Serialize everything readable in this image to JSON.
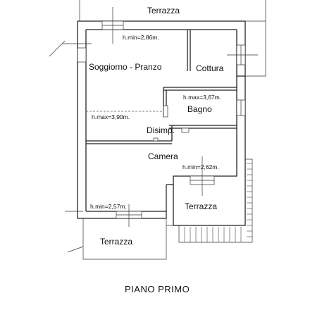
{
  "plan": {
    "title": "PIANO PRIMO",
    "rooms": {
      "terrazza_top": "Terrazza",
      "soggiorno": "Soggiorno - Pranzo",
      "cottura": "Cottura",
      "bagno": "Bagno",
      "disimpegno": "Disimp.",
      "camera": "Camera",
      "terrazza_right": "Terrazza",
      "terrazza_bottom": "Terrazza"
    },
    "heights": {
      "soggiorno_min": "h.min=2,86m.",
      "bagno_max": "h.max=3,67m.",
      "soggiorno_max": "h.max=3,90m.",
      "camera_min": "h.min=2,62m.",
      "terrazza_min": "h.min=2,57m."
    }
  }
}
